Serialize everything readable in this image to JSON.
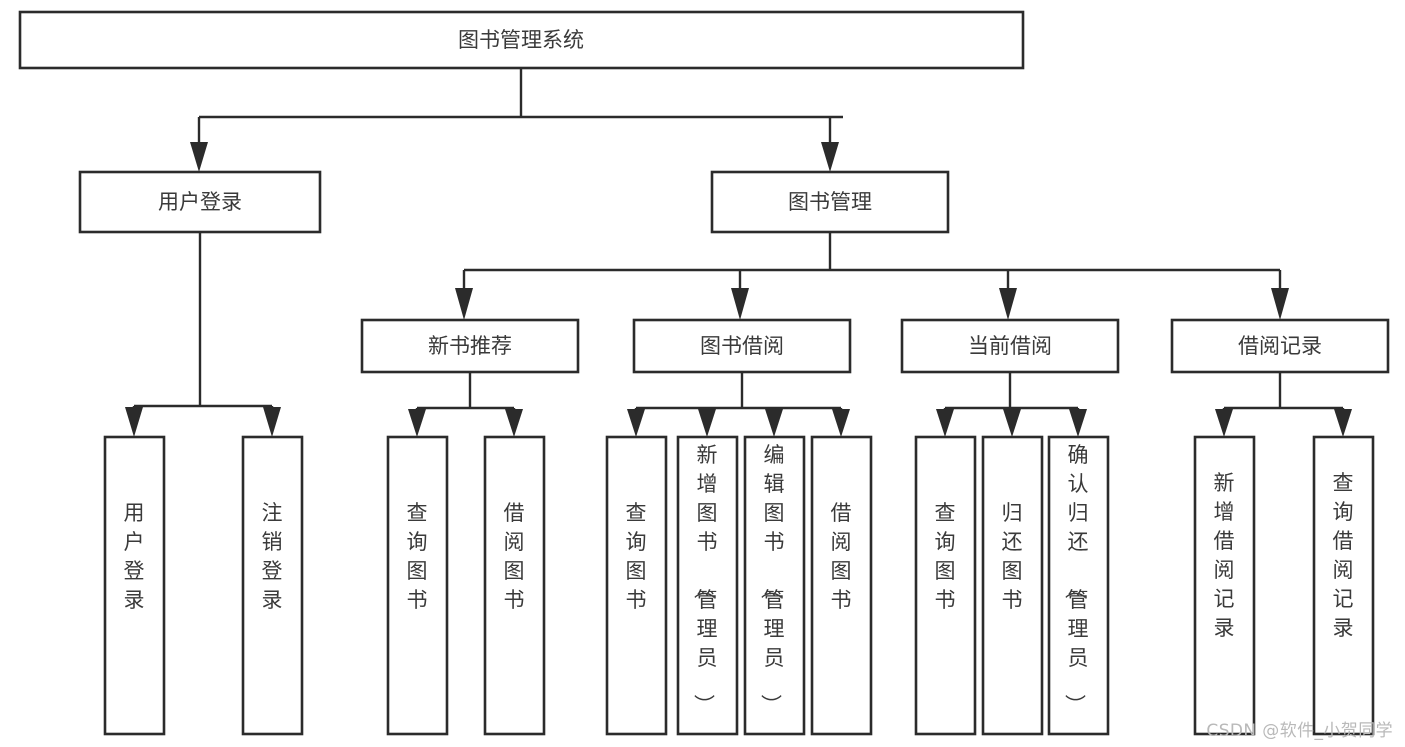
{
  "diagram": {
    "type": "tree-hierarchy",
    "title": "图书管理系统",
    "orientation": "top-down",
    "text_direction_leaves": "vertical",
    "colors": {
      "background": "#ffffff",
      "box_fill": "#ffffff",
      "box_stroke": "#2b2b2b",
      "text": "#3a3a3a",
      "watermark": "#b9b9b9"
    },
    "root": {
      "id": "root",
      "label": "图书管理系统"
    },
    "level2": [
      {
        "id": "user-login",
        "label": "用户登录"
      },
      {
        "id": "book-manage",
        "label": "图书管理"
      }
    ],
    "level3": [
      {
        "id": "new-book-rec",
        "label": "新书推荐",
        "parent": "book-manage"
      },
      {
        "id": "book-borrow",
        "label": "图书借阅",
        "parent": "book-manage"
      },
      {
        "id": "current-borrow",
        "label": "当前借阅",
        "parent": "book-manage"
      },
      {
        "id": "borrow-record",
        "label": "借阅记录",
        "parent": "book-manage"
      }
    ],
    "leaves": {
      "user-login": [
        {
          "id": "leaf-user-login",
          "label": "用户登录"
        },
        {
          "id": "leaf-logout",
          "label": "注销登录"
        }
      ],
      "new-book-rec": [
        {
          "id": "leaf-query-book-1",
          "label": "查询图书"
        },
        {
          "id": "leaf-borrow-book-1",
          "label": "借阅图书"
        }
      ],
      "book-borrow": [
        {
          "id": "leaf-query-book-2",
          "label": "查询图书"
        },
        {
          "id": "leaf-add-book",
          "label": "新增图书（管理员）"
        },
        {
          "id": "leaf-edit-book",
          "label": "编辑图书（管理员）"
        },
        {
          "id": "leaf-borrow-book-2",
          "label": "借阅图书"
        }
      ],
      "current-borrow": [
        {
          "id": "leaf-query-book-3",
          "label": "查询图书"
        },
        {
          "id": "leaf-return-book",
          "label": "归还图书"
        },
        {
          "id": "leaf-confirm-return",
          "label": "确认归还（管理员）"
        }
      ],
      "borrow-record": [
        {
          "id": "leaf-add-record",
          "label": "新增借阅记录"
        },
        {
          "id": "leaf-query-record",
          "label": "查询借阅记录"
        }
      ]
    }
  },
  "watermark": {
    "label": "CSDN @软件_小贺同学"
  }
}
